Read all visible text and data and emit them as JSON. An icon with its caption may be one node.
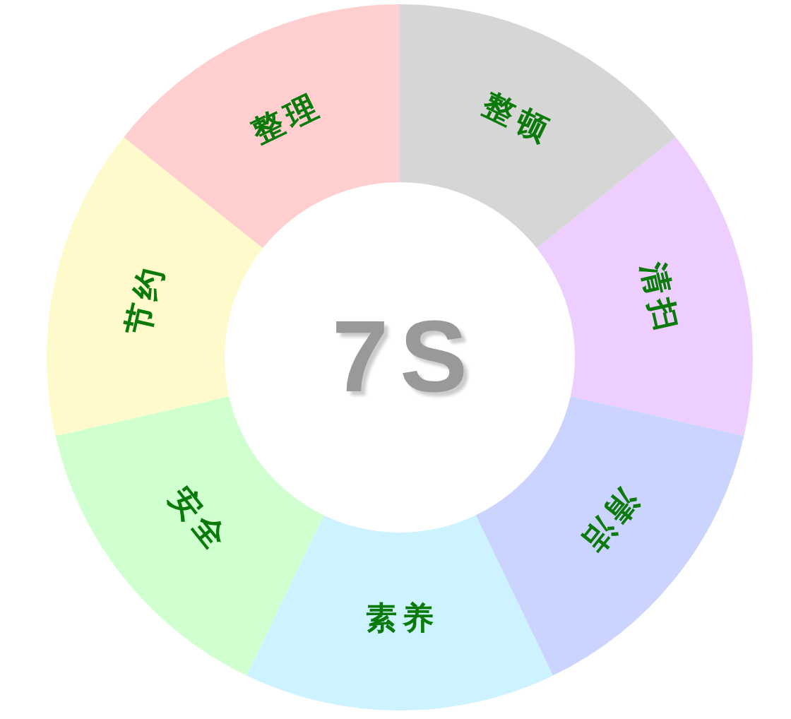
{
  "diagram": {
    "nodes": [
      {
        "text": [
          "7S"
        ]
      },
      {
        "text": [
          "整顿"
        ]
      },
      {
        "text": [
          "清扫"
        ]
      },
      {
        "text": [
          "清洁"
        ]
      },
      {
        "text": [
          "素养"
        ]
      },
      {
        "text": [
          "安全"
        ]
      },
      {
        "text": [
          "节约"
        ]
      },
      {
        "text": [
          "整理"
        ]
      }
    ]
  }
}
